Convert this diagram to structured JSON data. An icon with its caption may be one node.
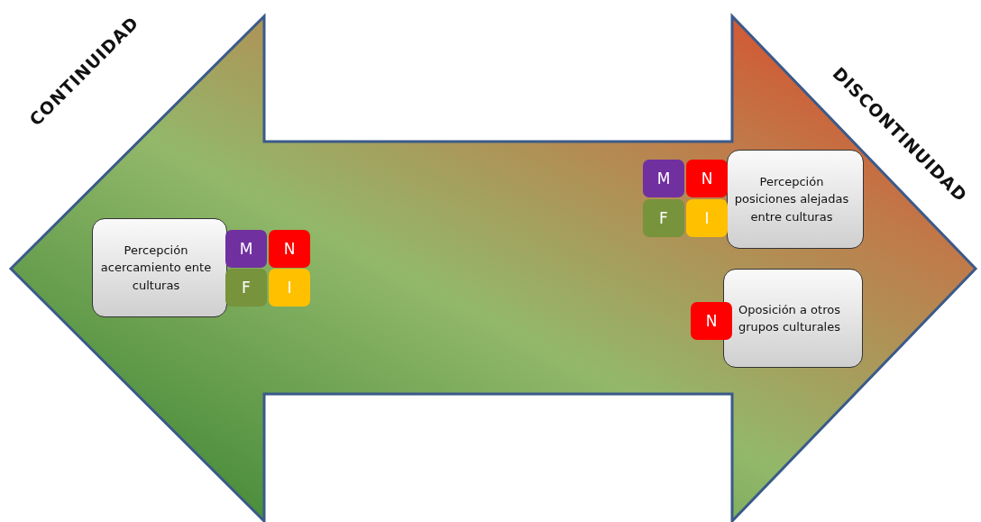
{
  "diagram": {
    "nodes": [
      {
        "text": [
          "Percepción acercamiento ente culturas"
        ]
      },
      {
        "text": [
          "M"
        ]
      },
      {
        "text": [
          "N"
        ]
      },
      {
        "text": [
          "F"
        ]
      },
      {
        "text": [
          "I"
        ]
      },
      {
        "text": [
          "Percepción posiciones alejadas entre culturas"
        ]
      },
      {
        "text": [
          "M"
        ]
      },
      {
        "text": [
          "N"
        ]
      },
      {
        "text": [
          "F"
        ]
      },
      {
        "text": [
          "I"
        ]
      },
      {
        "text": [
          "Oposición a otros grupos culturales"
        ]
      },
      {
        "text": [
          "N"
        ]
      }
    ],
    "edges": [],
    "labels": [
      "CONTINUIDAD",
      "DISCONTINUIDAD"
    ]
  }
}
